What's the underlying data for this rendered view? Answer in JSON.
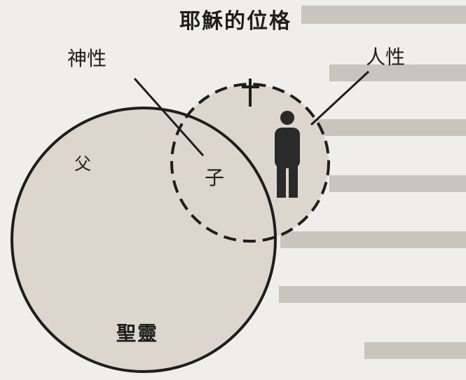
{
  "diagram": {
    "title": "耶穌的位格",
    "labels": {
      "divinity": "神性",
      "humanity": "人性",
      "father": "父",
      "son": "子",
      "holy_spirit": "聖靈"
    },
    "icons": [
      "cross-icon",
      "person-icon"
    ],
    "colors": {
      "page_background": "#efeeea",
      "circle_fill": "#dcd6cf",
      "stroke": "#1e1e1e",
      "faint_text": "#c8c3bc"
    }
  }
}
